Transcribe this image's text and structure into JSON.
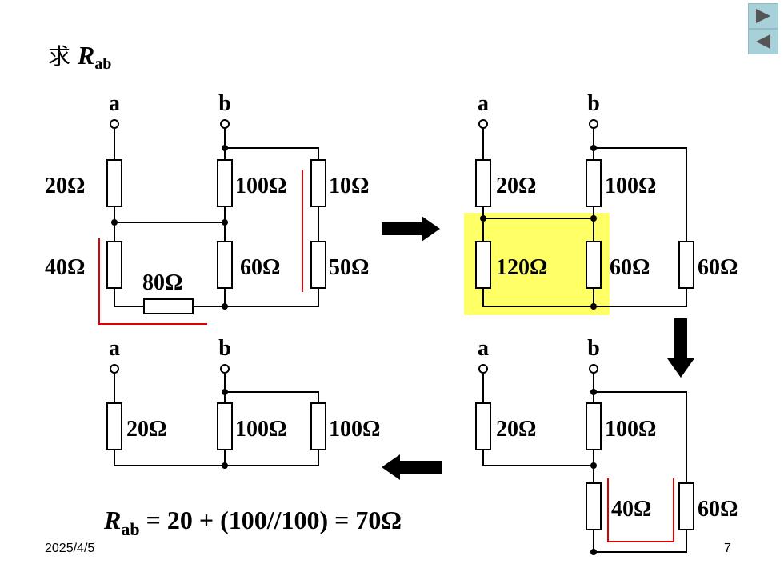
{
  "slide": {
    "title_prefix": "求 ",
    "title_var": "R",
    "title_sub": "ab",
    "date": "2025/4/5",
    "page_number": "7"
  },
  "nodes": {
    "a": "a",
    "b": "b"
  },
  "circuit1": {
    "r_a": "20Ω",
    "r_a_low": "40Ω",
    "r_b": "100Ω",
    "r_b_low": "60Ω",
    "r_right_top": "10Ω",
    "r_right_bottom": "50Ω",
    "r_bottom": "80Ω"
  },
  "circuit2": {
    "r_a": "20Ω",
    "r_b": "100Ω",
    "r_a_low": "120Ω",
    "r_b_low": "60Ω",
    "r_right": "60Ω"
  },
  "circuit3": {
    "r_a": "20Ω",
    "r_b": "100Ω",
    "r_low_mid": "40Ω",
    "r_right": "60Ω"
  },
  "circuit4": {
    "r_a": "20Ω",
    "r_b": "100Ω",
    "r_right": "100Ω"
  },
  "formula": {
    "var": "R",
    "sub": "ab",
    "expr": " = 20 + (100//100) = 70Ω"
  },
  "colors": {
    "highlight": "#ffff66",
    "annotation": "#e00000",
    "nav": "#a8d0d8"
  }
}
